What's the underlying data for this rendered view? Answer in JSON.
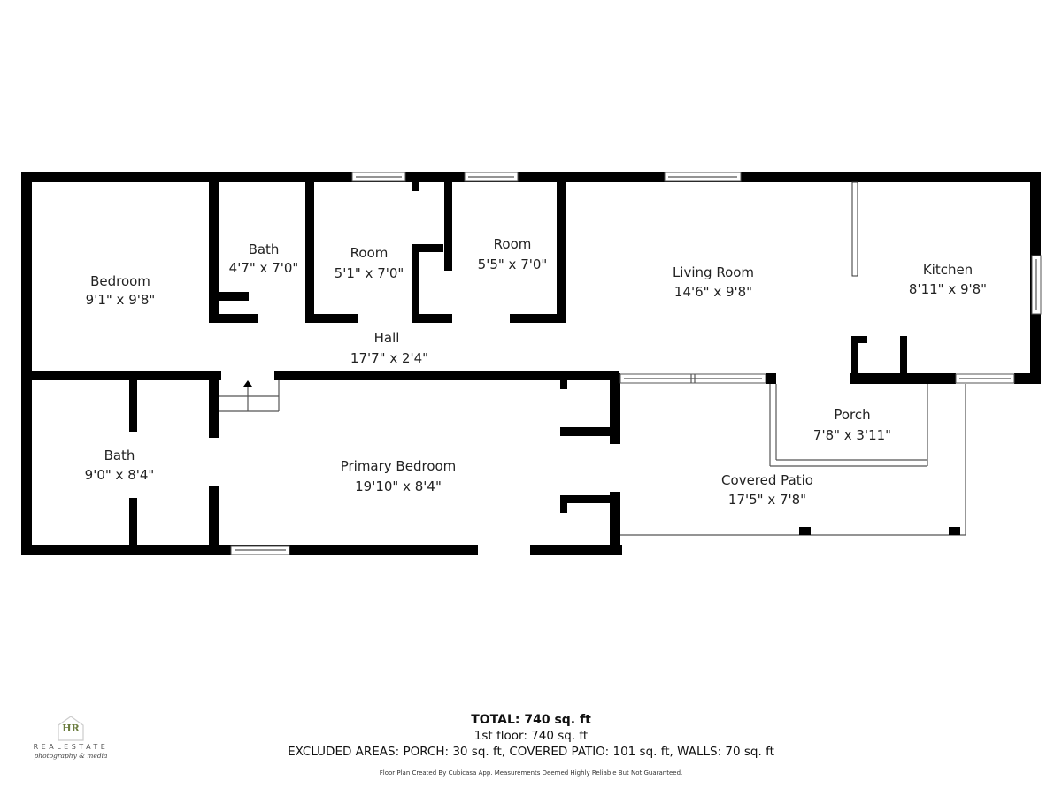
{
  "rooms": [
    {
      "name": "Bedroom",
      "dims": "9'1\" x 9'8\""
    },
    {
      "name": "Bath",
      "dims": "4'7\" x 7'0\""
    },
    {
      "name": "Room",
      "dims": "5'1\" x 7'0\""
    },
    {
      "name": "Room",
      "dims": "5'5\" x 7'0\""
    },
    {
      "name": "Living Room",
      "dims": "14'6\" x 9'8\""
    },
    {
      "name": "Kitchen",
      "dims": "8'11\" x 9'8\""
    },
    {
      "name": "Hall",
      "dims": "17'7\" x 2'4\""
    },
    {
      "name": "Bath",
      "dims": "9'0\" x 8'4\""
    },
    {
      "name": "Primary Bedroom",
      "dims": "19'10\" x 8'4\""
    },
    {
      "name": "Porch",
      "dims": "7'8\" x 3'11\""
    },
    {
      "name": "Covered Patio",
      "dims": "17'5\" x 7'8\""
    }
  ],
  "summary": {
    "total": "TOTAL: 740 sq. ft",
    "floor": "1st floor: 740 sq. ft",
    "excluded": "EXCLUDED AREAS: PORCH: 30 sq. ft, COVERED PATIO: 101 sq. ft, WALLS: 70 sq. ft",
    "disclaimer": "Floor Plan Created By Cubicasa App. Measurements Deemed Highly Reliable But Not Guaranteed."
  },
  "logo": {
    "monogram": "HR",
    "name": "REALESTATE",
    "tagline": "photography & media",
    "accent_color": "#6b7c3e"
  },
  "colors": {
    "wall": "#000000",
    "background": "#ffffff",
    "line": "#555555"
  }
}
